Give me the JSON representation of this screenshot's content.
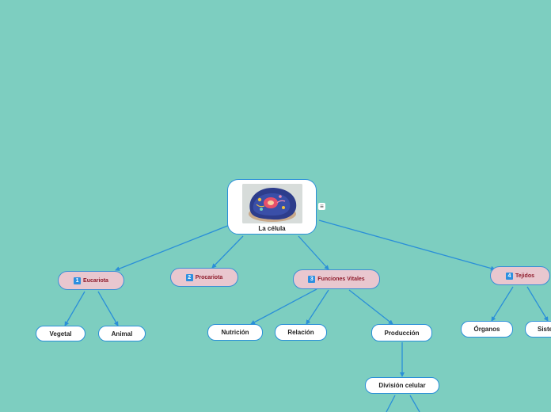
{
  "map": {
    "root": {
      "label": "La célula",
      "image": "animal-cell-model-photo"
    },
    "menu_icon": "≡",
    "branches": [
      {
        "number": "1",
        "label": "Eucariota",
        "children": [
          "Vegetal",
          "Animal"
        ]
      },
      {
        "number": "2",
        "label": "Procariota",
        "children": []
      },
      {
        "number": "3",
        "label": "Funciones Vitales",
        "children": [
          "Nutrición",
          "Relación",
          "Producción"
        ]
      },
      {
        "number": "4",
        "label": "Tejidos",
        "children": [
          "Órganos",
          "Siste"
        ]
      }
    ],
    "grandchildren": {
      "produccion": [
        "División celular"
      ]
    }
  },
  "colors": {
    "background": "#7dcec0",
    "link": "#2a8fd8",
    "branch_fill": "#e9c7cf",
    "branch_text": "#8f1c2c",
    "number_badge": "#2c8fe0"
  }
}
